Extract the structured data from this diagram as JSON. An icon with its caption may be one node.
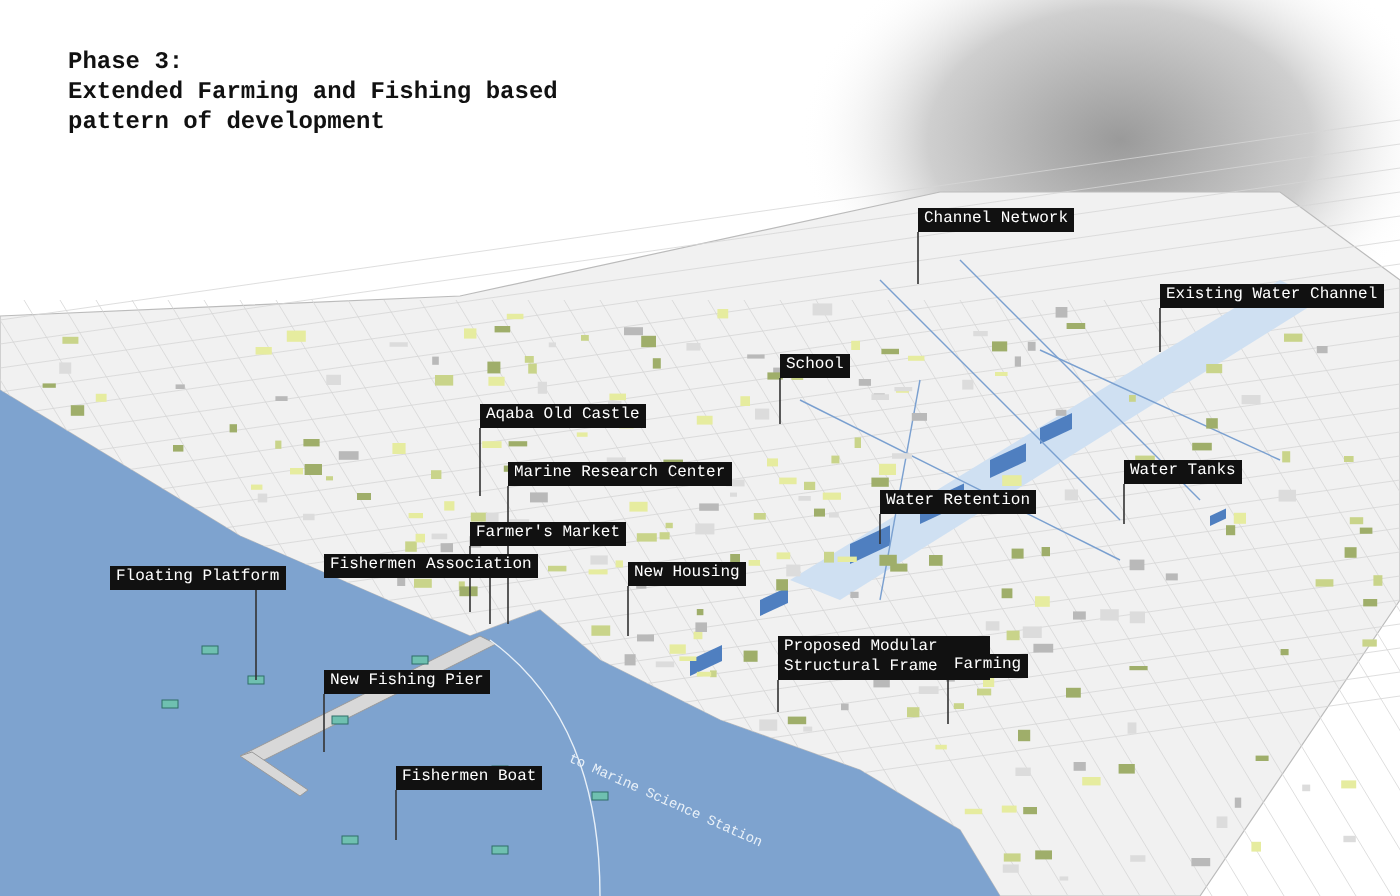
{
  "diagram": {
    "title": "Phase 3: Extended Farming and Fishing based pattern of development",
    "nodes": [
      {
        "text": [
          "Channel Network"
        ]
      },
      {
        "text": [
          "Existing Water Channel"
        ]
      },
      {
        "text": [
          "School"
        ]
      },
      {
        "text": [
          "Aqaba Old Castle"
        ]
      },
      {
        "text": [
          "Marine Research Center"
        ]
      },
      {
        "text": [
          "Water Tanks"
        ]
      },
      {
        "text": [
          "Water Retention"
        ]
      },
      {
        "text": [
          "Farmer's Market"
        ]
      },
      {
        "text": [
          "Fishermen Association"
        ]
      },
      {
        "text": [
          "New Housing"
        ]
      },
      {
        "text": [
          "Floating Platform"
        ]
      },
      {
        "text": [
          "Proposed Modular Structural Frame"
        ]
      },
      {
        "text": [
          "Farming"
        ]
      },
      {
        "text": [
          "New Fishing Pier"
        ]
      },
      {
        "text": [
          "Fishermen Boat"
        ]
      }
    ],
    "edges": [
      {
        "from": 0,
        "to": null,
        "arrow": "none"
      },
      {
        "from": 1,
        "to": null,
        "arrow": "none"
      },
      {
        "from": 2,
        "to": null,
        "arrow": "none"
      },
      {
        "from": 3,
        "to": null,
        "arrow": "none"
      },
      {
        "from": 4,
        "to": null,
        "arrow": "none"
      },
      {
        "from": 5,
        "to": null,
        "arrow": "none"
      },
      {
        "from": 6,
        "to": null,
        "arrow": "none"
      },
      {
        "from": 7,
        "to": null,
        "arrow": "none"
      },
      {
        "from": 8,
        "to": null,
        "arrow": "none"
      },
      {
        "from": 9,
        "to": null,
        "arrow": "none"
      },
      {
        "from": 10,
        "to": null,
        "arrow": "none"
      },
      {
        "from": 11,
        "to": null,
        "arrow": "none"
      },
      {
        "from": 12,
        "to": null,
        "arrow": "none"
      },
      {
        "from": 13,
        "to": null,
        "arrow": "none"
      },
      {
        "from": 14,
        "to": null,
        "arrow": "none"
      }
    ],
    "labels": [
      "to Marine Science Station"
    ]
  }
}
